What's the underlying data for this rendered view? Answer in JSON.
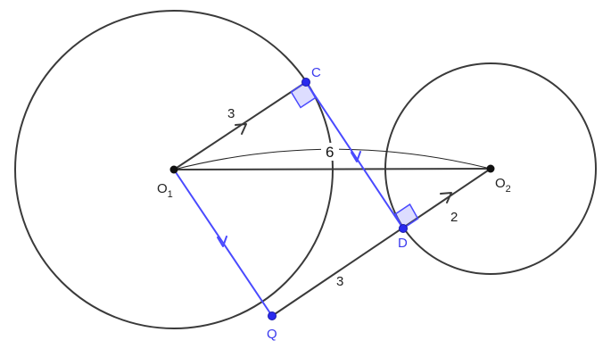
{
  "points": {
    "O1": {
      "name": "O",
      "sub": "1"
    },
    "O2": {
      "name": "O",
      "sub": "2"
    },
    "C": {
      "name": "C"
    },
    "D": {
      "name": "D"
    },
    "Q": {
      "name": "Q"
    }
  },
  "lengths": {
    "O1C": "3",
    "O2D": "2",
    "QD": "3",
    "O1O2": "6"
  },
  "colors": {
    "circle": "#3a3a3a",
    "blue_segments": "#4a4aff",
    "blue_points": "#2a2aee",
    "center_points": "#111111"
  }
}
